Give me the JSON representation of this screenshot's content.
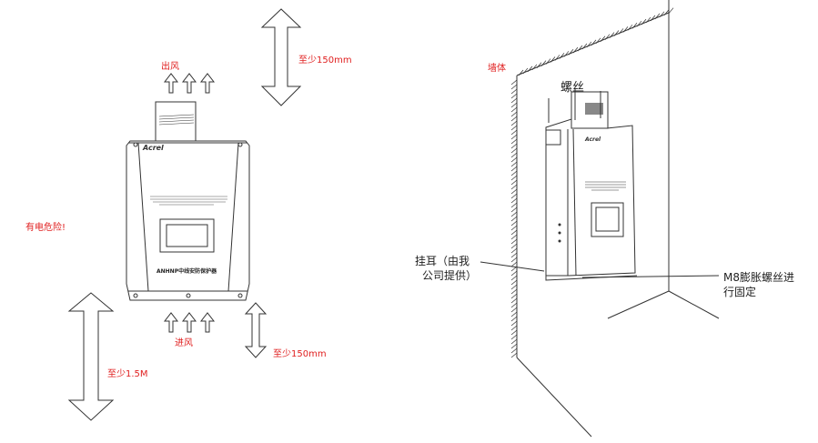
{
  "left": {
    "outlet_label": "出风",
    "inlet_label": "进风",
    "top_clearance": "至少150mm",
    "bottom_clearance": "至少150mm",
    "floor_clearance": "至少1.5M",
    "danger_warning": "有电危险!",
    "brand": "Acrel",
    "device_name": "ANHNP中线安防保护器"
  },
  "right": {
    "wall_label": "墙体",
    "screw_label": "螺丝",
    "ear_label_1": "挂耳（由我",
    "ear_label_2": "公司提供）",
    "bolt_label_1": "M8膨胀螺丝进",
    "bolt_label_2": "行固定",
    "brand": "Acrel"
  }
}
